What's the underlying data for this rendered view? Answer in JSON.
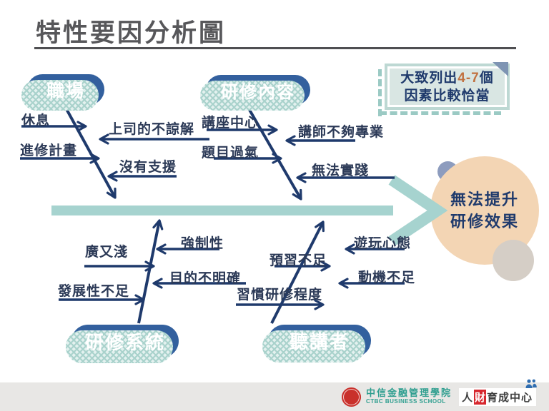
{
  "title": "特性要因分析圖",
  "effect": {
    "line1": "無法提升",
    "line2": "研修效果"
  },
  "note": {
    "prefix": "大致列出",
    "highlight": "4-7",
    "suffix": "個",
    "line2": "因素比較恰當"
  },
  "branches": [
    {
      "name": "職場",
      "causes": [
        "休息",
        "進修計畫",
        "上司的不諒解",
        "沒有支援"
      ]
    },
    {
      "name": "研修內容",
      "causes": [
        "講座中心",
        "題目過氣",
        "講師不夠專業",
        "無法實踐"
      ]
    },
    {
      "name": "研修系統",
      "causes": [
        "廣又淺",
        "發展性不足",
        "強制性",
        "目的不明確"
      ]
    },
    {
      "name": "聽講者",
      "causes": [
        "預習不足",
        "習慣研修程度",
        "遊玩心態",
        "動機不足"
      ]
    }
  ],
  "footer": {
    "school_zh": "中信金融管理學院",
    "school_en": "CTBC BUSINESS SCHOOL",
    "center_pre": "人",
    "center_highlight": "財",
    "center_post": "育成中心"
  },
  "colors": {
    "badge_blue": "#33609e",
    "branch_navy": "#1f3a6c",
    "spine_teal": "#a6d3cf",
    "effect_peach": "#f3d5b4",
    "note_highlight_orange": "#c1713f",
    "brand_green": "#2e9e8f",
    "brand_red": "#d7282f"
  }
}
